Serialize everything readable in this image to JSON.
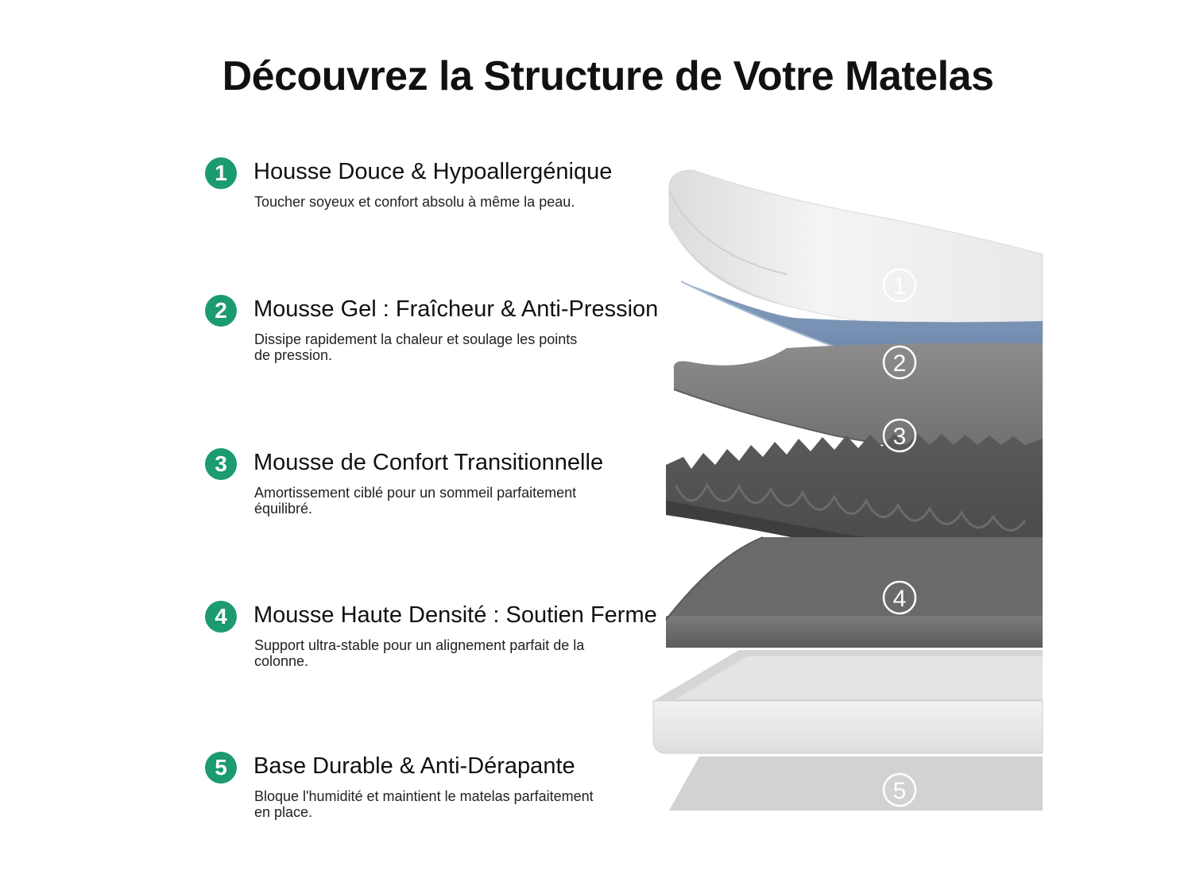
{
  "title": "Découvrez la Structure de Votre Matelas",
  "accent_color": "#1c9a72",
  "layers": [
    {
      "number": "1",
      "title": "Housse Douce & Hypoallergénique",
      "description": "Toucher soyeux et confort absolu à même la peau.",
      "color": "#efefef"
    },
    {
      "number": "2",
      "title": "Mousse Gel : Fraîcheur & Anti-Pression",
      "description": "Dissipe rapidement la chaleur et soulage les points de pression.",
      "color": "#6f89ad"
    },
    {
      "number": "3",
      "title": "Mousse de Confort Transitionnelle",
      "description": "Amortissement ciblé pour un sommeil parfaitement équilibré.",
      "color": "#7a7a7a"
    },
    {
      "number": "4",
      "title": "Mousse Haute Densité : Soutien Ferme",
      "description": "Support ultra-stable pour un alignement parfait de la colonne.",
      "color": "#5e5e5e"
    },
    {
      "number": "5",
      "title": "Base Durable & Anti-Dérapante",
      "description": "Bloque l'humidité et maintient le matelas parfaitement en place.",
      "color": "#e6e6e6"
    }
  ]
}
